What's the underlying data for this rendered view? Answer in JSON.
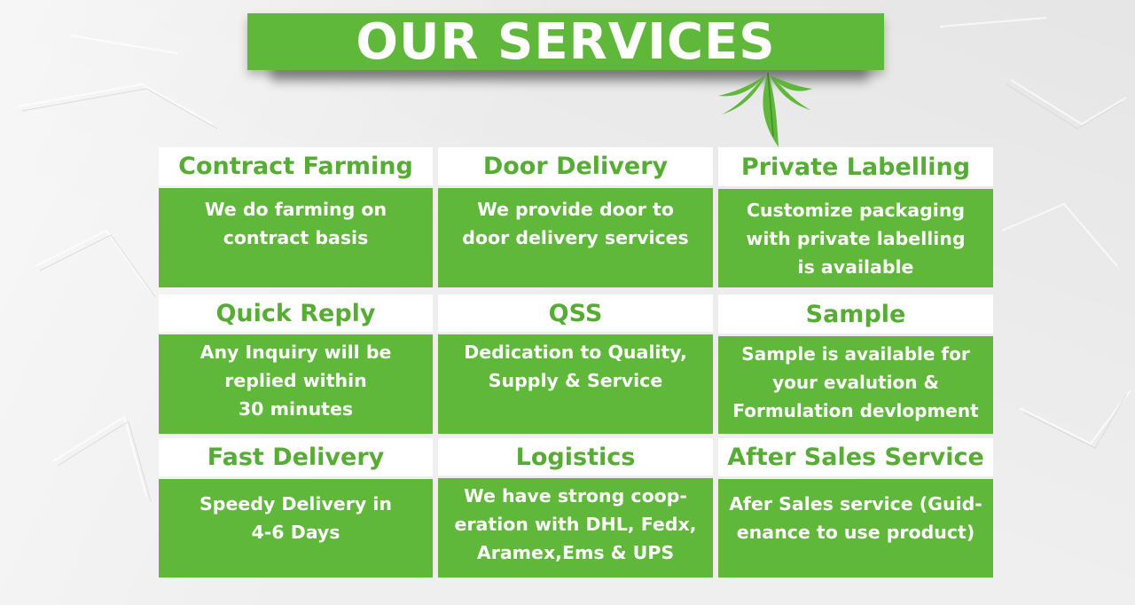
{
  "header": {
    "title": "OUR SERVICES"
  },
  "services": [
    {
      "title": "Contract Farming",
      "description": "We do farming on\ncontract basis"
    },
    {
      "title": "Door Delivery",
      "description": "We provide door to\ndoor delivery services"
    },
    {
      "title": "Private Labelling",
      "description": "Customize packaging\nwith private labelling\nis available"
    },
    {
      "title": "Quick Reply",
      "description": "Any Inquiry will be\nreplied within\n30 minutes"
    },
    {
      "title": "QSS",
      "description": "Dedication to Quality,\nSupply & Service"
    },
    {
      "title": "Sample",
      "description": "Sample is available for\nyour evalution &\nFormulation devlopment"
    },
    {
      "title": "Fast Delivery",
      "description": "Speedy Delivery in\n4-6 Days"
    },
    {
      "title": "Logistics",
      "description": "We have strong coop-\neration with DHL, Fedx,\nAramex,Ems & UPS"
    },
    {
      "title": "After Sales Service",
      "description": "Afer Sales service (Guid-\nenance to use product)"
    }
  ],
  "colors": {
    "green": "#5fb83a",
    "title_green": "#56ad33",
    "background": "#efefef"
  },
  "icons": {
    "decoration": "hemp-leaf-icon"
  }
}
